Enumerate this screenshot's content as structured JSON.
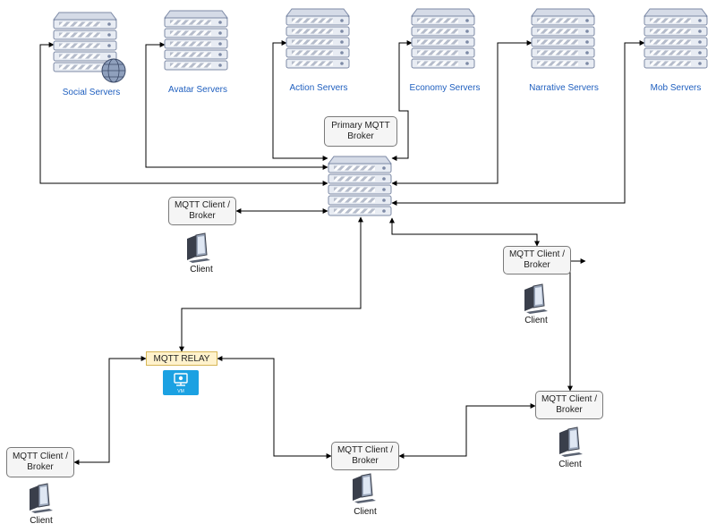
{
  "servers": [
    {
      "label": "Social Servers"
    },
    {
      "label": "Avatar Servers"
    },
    {
      "label": "Action Servers"
    },
    {
      "label": "Economy Servers"
    },
    {
      "label": "Narrative Servers"
    },
    {
      "label": "Mob Servers"
    }
  ],
  "primary_broker": {
    "label": "Primary MQTT Broker"
  },
  "relay": {
    "label": "MQTT RELAY",
    "vm_label": "VM"
  },
  "client_broker_label": "MQTT Client / Broker",
  "client_label": "Client",
  "colors": {
    "server_fill": "#e8ecf3",
    "server_stroke": "#7d8aa6",
    "label_blue": "#1f5fbf",
    "relay_fill": "#fff2cc",
    "vm_fill": "#1ba1e2"
  }
}
